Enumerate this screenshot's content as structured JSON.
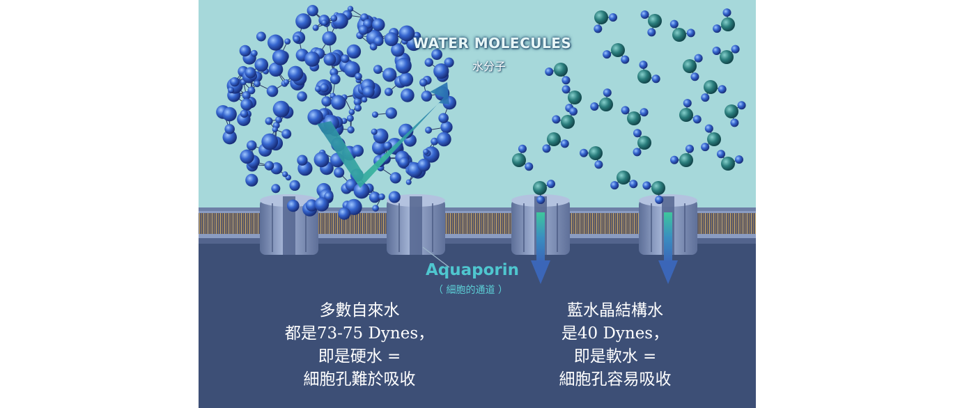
{
  "labels": {
    "water_molecules": "WATER MOLECULES",
    "water_molecules_zh": "水分子",
    "aquaporin": "Aquaporin",
    "aquaporin_zh": "（ 細胞的通道 ）"
  },
  "left_caption": {
    "lines": [
      "多數自來水",
      "都是73-75 Dynes，",
      "即是硬水 =",
      "細胞孔難於吸收"
    ]
  },
  "right_caption": {
    "lines": [
      "藍水晶結構水",
      "是40 Dynes，",
      "即是軟水 =",
      "細胞孔容易吸收"
    ]
  },
  "colors": {
    "water_region": "#a6d8da",
    "cell_interior": "#3d4f76",
    "membrane": "#6d7fa6",
    "channel": "#8396bd",
    "molecule_blue": "#2e5fc7",
    "molecule_teal": "#1d6b6c",
    "label_cyan": "#4fc6cf",
    "arrow_blue": "#3a79c0"
  }
}
